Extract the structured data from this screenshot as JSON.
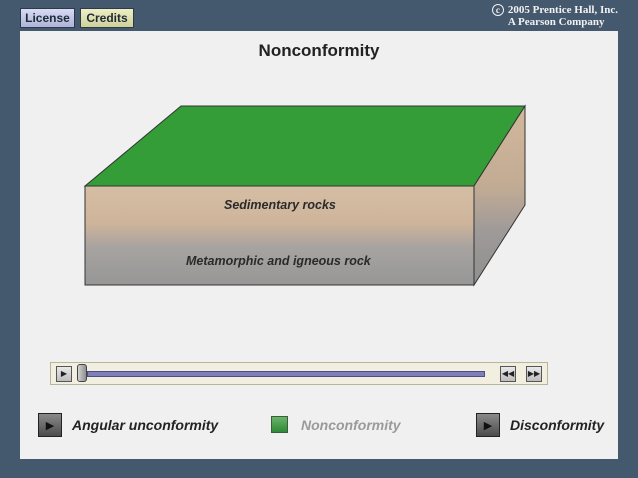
{
  "toolbar": {
    "license_label": "License",
    "credits_label": "Credits"
  },
  "copyright": {
    "symbol": "c",
    "line1": "2005 Prentice Hall, Inc.",
    "line2": "A Pearson Company"
  },
  "main": {
    "title": "Nonconformity",
    "layers": {
      "top_label": "Sedimentary rocks",
      "bottom_label": "Metamorphic and igneous rock"
    },
    "colors": {
      "surface": "#349d37",
      "sediment": "#d0b89e",
      "basement": "#9c9c9c"
    }
  },
  "player": {
    "play_icon": "play-icon",
    "rewind_icon": "rewind-icon",
    "forward_icon": "fast-forward-icon",
    "progress": 0
  },
  "nav": {
    "angular_label": "Angular unconformity",
    "nonconformity_label": "Nonconformity",
    "disconformity_label": "Disconformity",
    "active": "Nonconformity"
  }
}
